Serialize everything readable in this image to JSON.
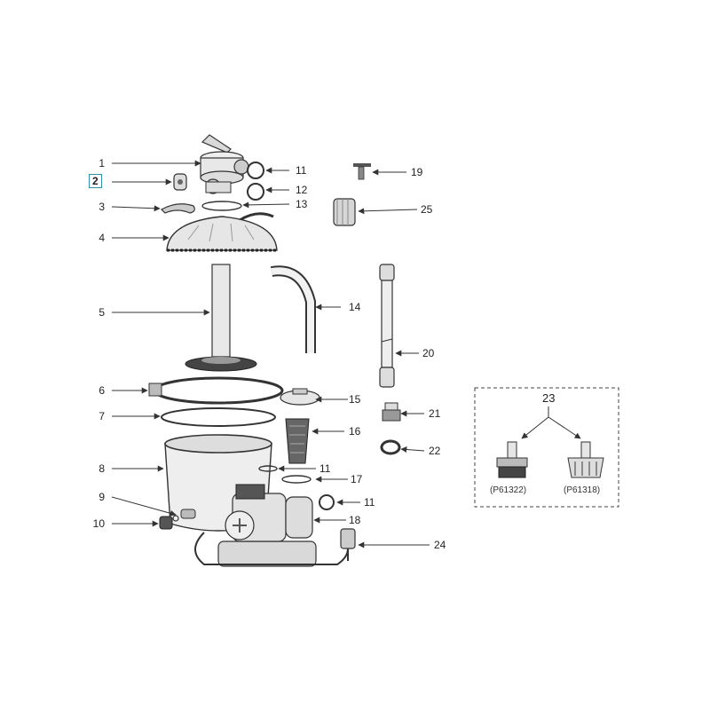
{
  "callouts": {
    "c1": "1",
    "c2": "2",
    "c3": "3",
    "c4": "4",
    "c5": "5",
    "c6": "6",
    "c7": "7",
    "c8": "8",
    "c9": "9",
    "c10": "10",
    "c11a": "11",
    "c11b": "11",
    "c11c": "11",
    "c12": "12",
    "c13": "13",
    "c14": "14",
    "c15": "15",
    "c16": "16",
    "c17": "17",
    "c18": "18",
    "c19": "19",
    "c20": "20",
    "c21": "21",
    "c22": "22",
    "c23": "23",
    "c24": "24",
    "c25": "25"
  },
  "inset": {
    "left_code": "(P61322)",
    "right_code": "(P61318)"
  },
  "colors": {
    "highlight_box": "#2f8fb0",
    "line": "#333333",
    "part_fill": "#e6e6e6",
    "part_dark": "#555555"
  }
}
